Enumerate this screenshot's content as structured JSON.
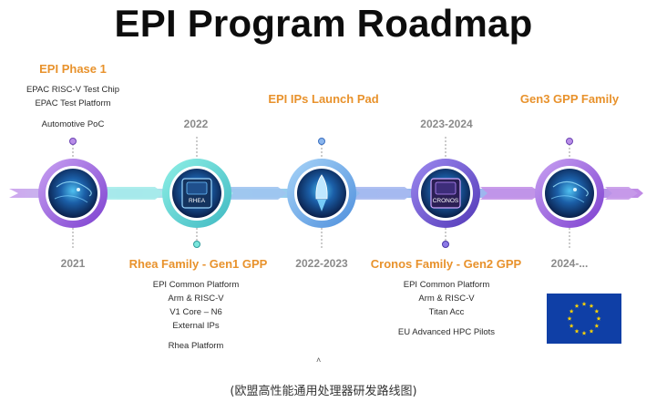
{
  "title": "EPI Program Roadmap",
  "milestones": [
    {
      "year": "2021",
      "heading": "EPI Phase 1",
      "lines": [
        "EPAC RISC-V Test Chip",
        "EPAC Test Platform",
        "",
        "Automotive PoC"
      ]
    },
    {
      "year": "2022",
      "heading": "Rhea Family - Gen1 GPP",
      "chip_label": "RHEA",
      "lines": [
        "EPI Common Platform",
        "Arm & RISC-V",
        "V1 Core – N6",
        "External IPs",
        "",
        "Rhea Platform"
      ]
    },
    {
      "year": "2022-2023",
      "heading": "EPI IPs Launch Pad"
    },
    {
      "year": "2023-2024",
      "heading": "Cronos Family - Gen2 GPP",
      "chip_label": "CRONOS",
      "lines": [
        "EPI Common Platform",
        "Arm & RISC-V",
        "Titan Acc",
        "",
        "EU Advanced HPC Pilots"
      ]
    },
    {
      "year": "2024-...",
      "heading": "Gen3 GPP Family"
    }
  ],
  "caption": "(欧盟高性能通用处理器研发路线图)",
  "caret": "˄",
  "colors": {
    "heading": "#e8922c",
    "year": "#8a8a8a",
    "arrow_purple": "#b57be0",
    "arrow_blue": "#8ab8ea",
    "arrow_cyan": "#8ee6e0"
  },
  "flag_icon": "eu-flag"
}
